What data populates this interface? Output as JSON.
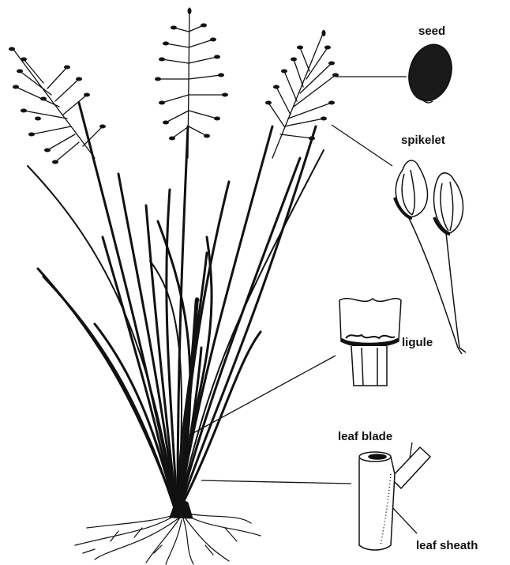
{
  "labels": {
    "seed": "seed",
    "spikelet": "spikelet",
    "ligule": "ligule",
    "leaf_blade": "leaf blade",
    "leaf_sheath": "leaf sheath"
  },
  "colors": {
    "ink": "#111111",
    "paper": "#ffffff",
    "seed_fill": "#1a1a1a"
  }
}
